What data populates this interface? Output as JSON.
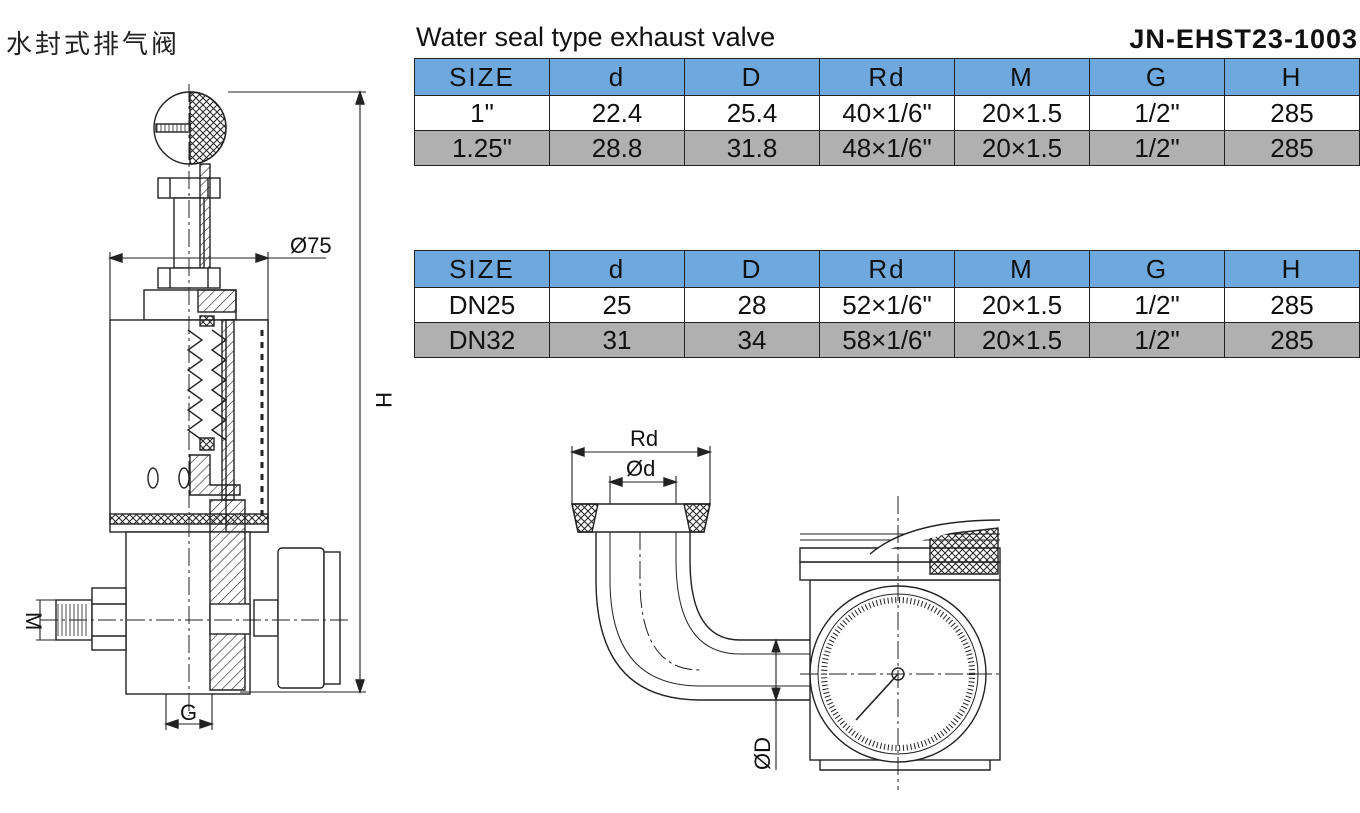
{
  "header": {
    "title_cn": "水封式排气阀",
    "title_en": "Water seal type exhaust valve",
    "model": "JN-EHST23-1003"
  },
  "tables": [
    {
      "columns": [
        "SIZE",
        "d",
        "D",
        "Rd",
        "M",
        "G",
        "H"
      ],
      "rows": [
        [
          "1\"",
          "22.4",
          "25.4",
          "40×1/6\"",
          "20×1.5",
          "1/2\"",
          "285"
        ],
        [
          "1.25\"",
          "28.8",
          "31.8",
          "48×1/6\"",
          "20×1.5",
          "1/2\"",
          "285"
        ]
      ]
    },
    {
      "columns": [
        "SIZE",
        "d",
        "D",
        "Rd",
        "M",
        "G",
        "H"
      ],
      "rows": [
        [
          "DN25",
          "25",
          "28",
          "52×1/6\"",
          "20×1.5",
          "1/2\"",
          "285"
        ],
        [
          "DN32",
          "31",
          "34",
          "58×1/6\"",
          "20×1.5",
          "1/2\"",
          "285"
        ]
      ]
    }
  ],
  "drawing": {
    "left_labels": {
      "diameter": "Ø75",
      "height": "H",
      "thread": "M",
      "port": "G"
    },
    "right_labels": {
      "clamp": "Rd",
      "inner": "Ød",
      "outer": "ØD"
    }
  },
  "colors": {
    "header_fill": "#6fa8dc",
    "row_alt_fill": "#b0b0b0"
  }
}
